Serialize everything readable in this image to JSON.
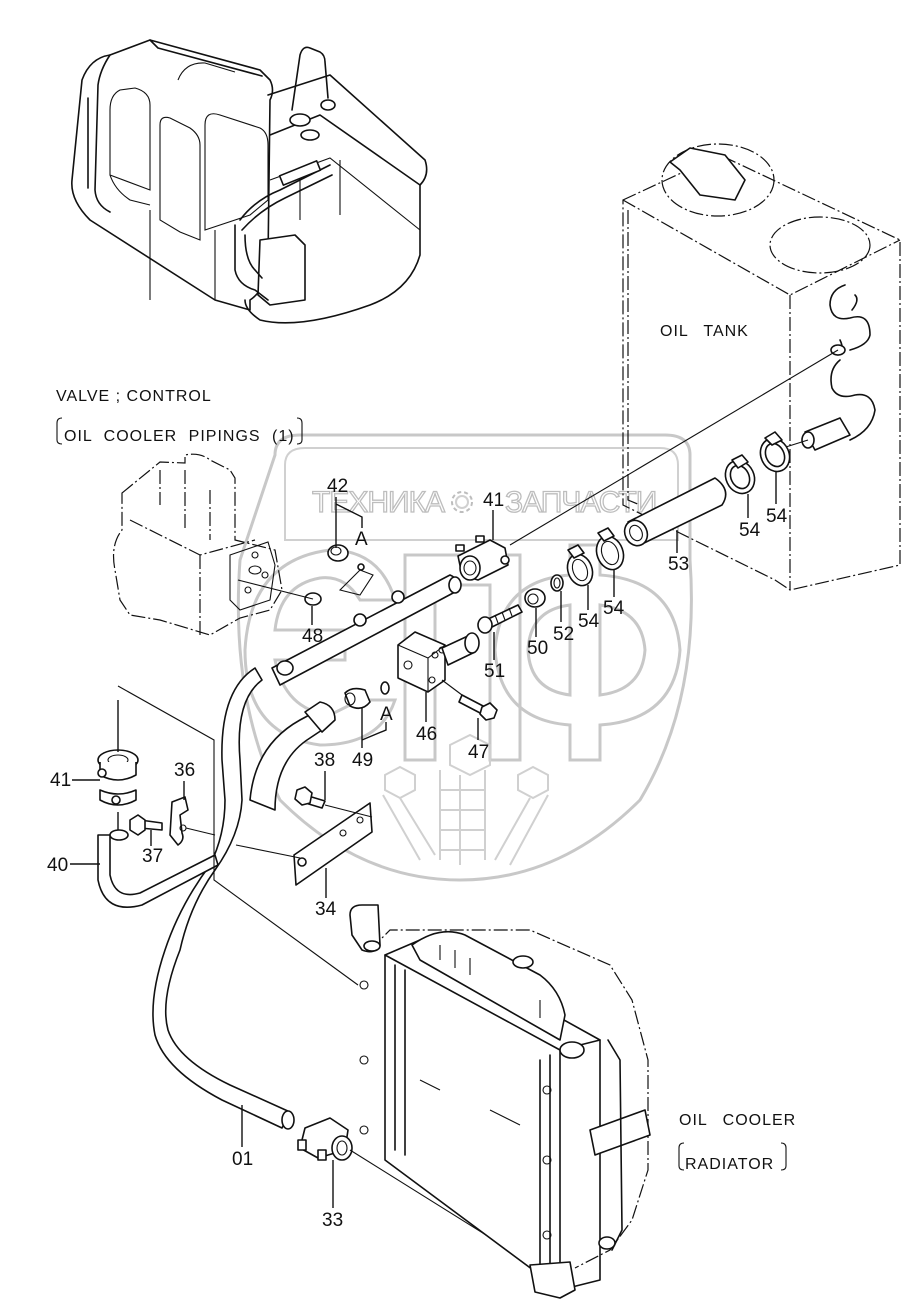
{
  "diagram": {
    "title_line1": "VALVE ; CONTROL",
    "title_line2": "OIL  COOLER  PIPINGS (1)",
    "components": {
      "oil_tank": "OIL  TANK",
      "oil_cooler": "OIL  COOLER",
      "radiator": "RADIATOR"
    },
    "watermark": {
      "left_word": "ТЕХНИКА",
      "right_word": "ЗАПЧАСТИ",
      "colors": {
        "outline": "#c8c8c8"
      }
    },
    "callout_letter": "A",
    "parts": [
      {
        "id": "01"
      },
      {
        "id": "33"
      },
      {
        "id": "34"
      },
      {
        "id": "36"
      },
      {
        "id": "37"
      },
      {
        "id": "38"
      },
      {
        "id": "40"
      },
      {
        "id": "41"
      },
      {
        "id": "42"
      },
      {
        "id": "46"
      },
      {
        "id": "47"
      },
      {
        "id": "48"
      },
      {
        "id": "49"
      },
      {
        "id": "50"
      },
      {
        "id": "51"
      },
      {
        "id": "52"
      },
      {
        "id": "53"
      },
      {
        "id": "54"
      }
    ],
    "labels": {
      "p41_top": "41",
      "p41_left": "41",
      "p42": "42",
      "p48": "48",
      "p51": "51",
      "p50": "50",
      "p52": "52",
      "p54_a": "54",
      "p54_b": "54",
      "p54_c": "54",
      "p54_d": "54",
      "p53": "53",
      "p46": "46",
      "p47": "47",
      "p49": "49",
      "p38": "38",
      "p36": "36",
      "p37": "37",
      "p40": "40",
      "p34": "34",
      "p01": "01",
      "p33": "33",
      "a_top": "A",
      "a_bottom": "A"
    }
  }
}
